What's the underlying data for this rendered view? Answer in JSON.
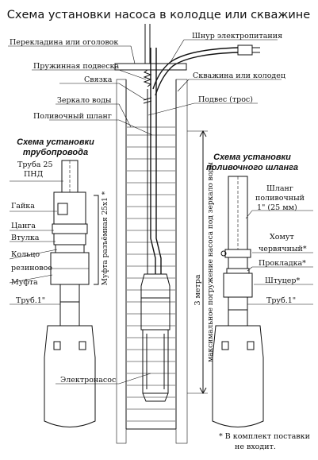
{
  "title": "Схема установки насоса в колодце или скважине",
  "center": {
    "labels": {
      "crossbar": "Перекладина или оголовок",
      "power_cord": "Шнур электропитания",
      "spring_mount": "Пружинная подвеска",
      "tie": "Связка",
      "well": "Скважина или колодец",
      "water_mirror": "Зеркало воды",
      "suspension": "Подвес (трос)",
      "hose": "Поливочный шланг",
      "pump": "Электронасос",
      "depth": "3 метра",
      "max_depth": "максимальное погружение насоса под зеркало воды"
    }
  },
  "pipeline": {
    "title_line1": "Схема установки",
    "title_line2": "трубопровода",
    "labels": {
      "pipe25": "Труба 25",
      "pipe25_b": "ПНД",
      "nut": "Гайка",
      "collet": "Цанга",
      "sleeve": "Втулка",
      "ring": "Кольцо",
      "ring_b": "резиновое",
      "coupling": "Муфта",
      "pipe1": "Труб.1\"",
      "split_coupling": "Муфта разъёмная 25x1 *"
    }
  },
  "hose_scheme": {
    "title_line1": "Схема установки",
    "title_line2": "поливочного шланга",
    "labels": {
      "hose_a": "Шланг",
      "hose_b": "поливочный",
      "hose_c": "1\" (25 мм)",
      "clamp_a": "Хомут",
      "clamp_b": "червячный*",
      "gasket": "Прокладка*",
      "fitting": "Штуцер*",
      "pipe1": "Труб.1\""
    }
  },
  "footnote_line1": "* В комплект поставки",
  "footnote_line2": "не входит."
}
